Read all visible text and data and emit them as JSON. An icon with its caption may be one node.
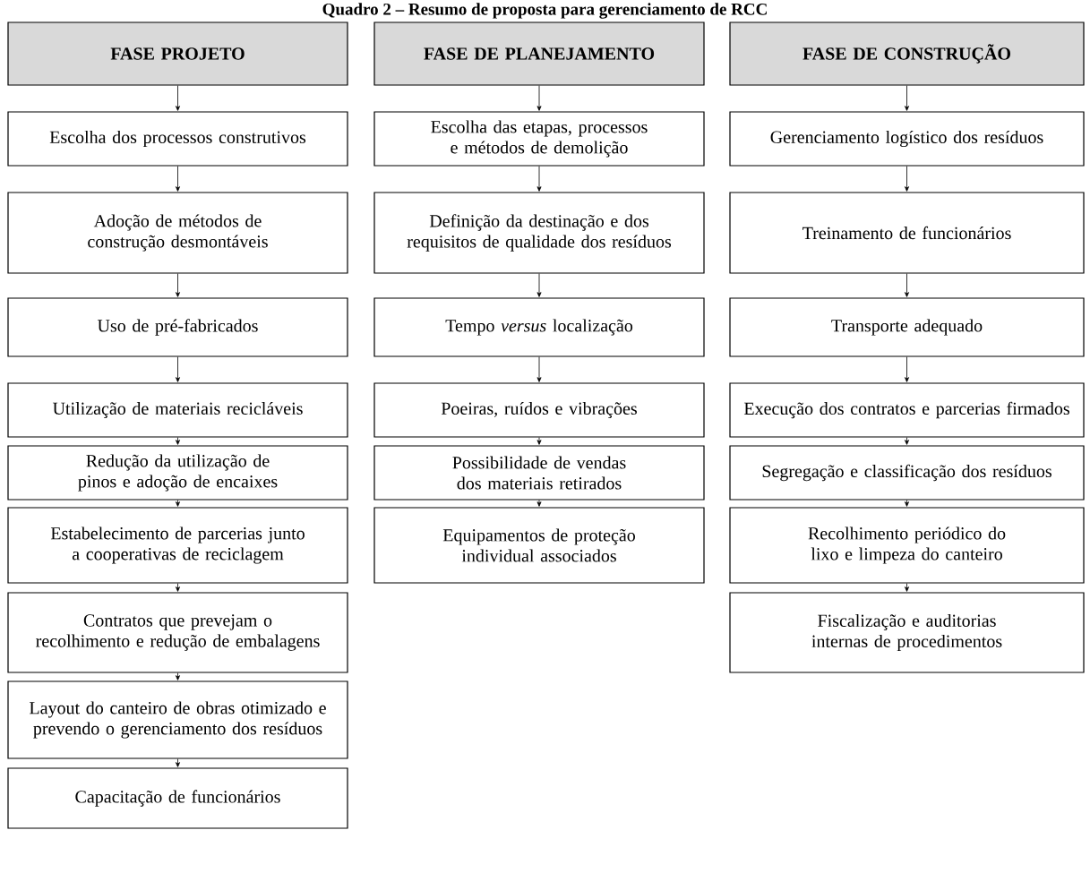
{
  "diagram": {
    "title": "Quadro 2 – Resumo de proposta para gerenciamento de RCC",
    "nodes": [
      {
        "text": [
          "FASE PROJETO"
        ]
      },
      {
        "text": [
          "Escolha dos processos construtivos"
        ]
      },
      {
        "text": [
          "Adoção de métodos de construção desmontáveis"
        ]
      },
      {
        "text": [
          "Uso de pré-fabricados"
        ]
      },
      {
        "text": [
          "Utilização de materiais recicláveis"
        ]
      },
      {
        "text": [
          "Redução da utilização de pinos e adoção de encaixes"
        ]
      },
      {
        "text": [
          "Estabelecimento de parcerias junto a cooperativas de reciclagem"
        ]
      },
      {
        "text": [
          "Contratos que prevejam o recolhimento e redução de embalagens"
        ]
      },
      {
        "text": [
          "Layout do canteiro de obras otimizado e prevendo o gerenciamento dos resíduos"
        ]
      },
      {
        "text": [
          "Capacitação de funcionários"
        ]
      },
      {
        "text": [
          "FASE DE PLANEJAMENTO"
        ]
      },
      {
        "text": [
          "Escolha das etapas, processos e métodos de demolição"
        ]
      },
      {
        "text": [
          "Definição da destinação e dos requisitos de qualidade dos resíduos"
        ]
      },
      {
        "text": [
          "Tempo *versus* localização"
        ]
      },
      {
        "text": [
          "Poeiras, ruídos e vibrações"
        ]
      },
      {
        "text": [
          "Possibilidade de vendas dos materiais retirados"
        ]
      },
      {
        "text": [
          "Equipamentos de proteção individual associados"
        ]
      },
      {
        "text": [
          "FASE DE CONSTRUÇÃO"
        ]
      },
      {
        "text": [
          "Gerenciamento logístico dos resíduos"
        ]
      },
      {
        "text": [
          "Treinamento de funcionários"
        ]
      },
      {
        "text": [
          "Transporte adequado"
        ]
      },
      {
        "text": [
          "Execução dos contratos e parcerias firmados"
        ]
      },
      {
        "text": [
          "Segregação e classificação dos resíduos"
        ]
      },
      {
        "text": [
          "Recolhimento periódico do lixo e limpeza do canteiro"
        ]
      },
      {
        "text": [
          "Fiscalização e auditorias internas de procedimentos"
        ]
      }
    ],
    "edges": [
      {
        "from": 0,
        "to": 1,
        "arrow": "to"
      },
      {
        "from": 1,
        "to": 2,
        "arrow": "to"
      },
      {
        "from": 2,
        "to": 3,
        "arrow": "to"
      },
      {
        "from": 3,
        "to": 4,
        "arrow": "to"
      },
      {
        "from": 4,
        "to": 5,
        "arrow": "to"
      },
      {
        "from": 5,
        "to": 6,
        "arrow": "to"
      },
      {
        "from": 6,
        "to": 7,
        "arrow": "to"
      },
      {
        "from": 7,
        "to": 8,
        "arrow": "to"
      },
      {
        "from": 8,
        "to": 9,
        "arrow": "to"
      },
      {
        "from": 10,
        "to": 11,
        "arrow": "to"
      },
      {
        "from": 11,
        "to": 12,
        "arrow": "to"
      },
      {
        "from": 12,
        "to": 13,
        "arrow": "to"
      },
      {
        "from": 13,
        "to": 14,
        "arrow": "to"
      },
      {
        "from": 14,
        "to": 15,
        "arrow": "to"
      },
      {
        "from": 15,
        "to": 16,
        "arrow": "to"
      },
      {
        "from": 17,
        "to": 18,
        "arrow": "to"
      },
      {
        "from": 18,
        "to": 19,
        "arrow": "to"
      },
      {
        "from": 19,
        "to": 20,
        "arrow": "to"
      },
      {
        "from": 20,
        "to": 21,
        "arrow": "to"
      },
      {
        "from": 21,
        "to": 22,
        "arrow": "to"
      },
      {
        "from": 22,
        "to": 23,
        "arrow": "to"
      },
      {
        "from": 23,
        "to": 24,
        "arrow": "to"
      }
    ]
  }
}
